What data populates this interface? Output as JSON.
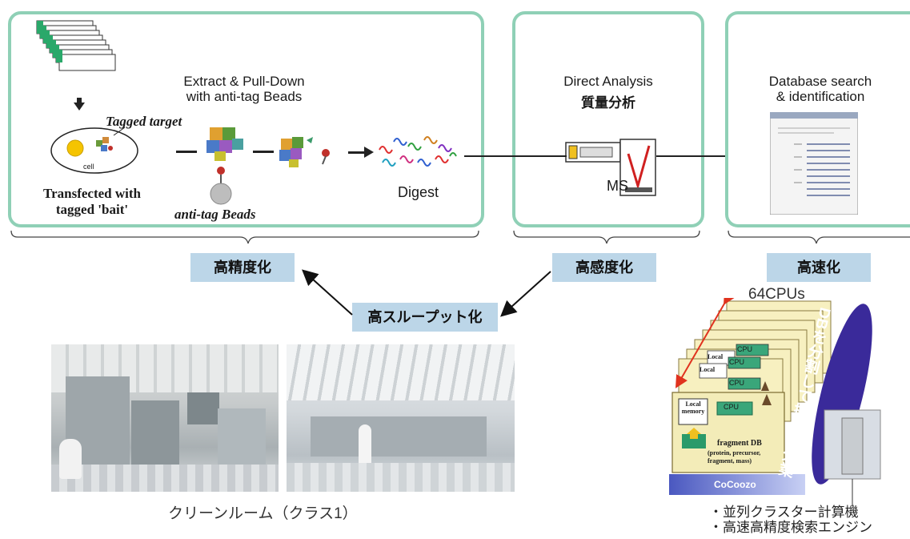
{
  "panels": {
    "pulldown": {
      "title_line1": "Extract & Pull-Down",
      "title_line2": "with anti-tag Beads",
      "tagged_target": "Tagged target",
      "cell": "cell",
      "transfected_line1": "Transfected with",
      "transfected_line2": "tagged 'bait'",
      "beads": "anti-tag Beads",
      "digest": "Digest"
    },
    "analysis": {
      "title": "Direct Analysis",
      "subtitle": "質量分析",
      "ms": "MS"
    },
    "database": {
      "title_line1": "Database search",
      "title_line2": "& identification"
    }
  },
  "badges": {
    "accuracy": "高精度化",
    "sensitivity": "高感度化",
    "speed": "高速化",
    "throughput": "高スループット化"
  },
  "cluster": {
    "cpus": "64CPUs",
    "db_split": "DBを分割して探索を分業",
    "local_memory_line1": "Local",
    "local_memory_line2": "memory",
    "cpu": "CPU",
    "local": "Local",
    "fragment_db": "fragment DB",
    "fragment_db_detail1": "(protein, precursor,",
    "fragment_db_detail2": "fragment, mass)",
    "brand": "CoCoozo",
    "bullet1": "・並列クラスター計算機",
    "bullet2": "・高速高精度検索エンジン"
  },
  "cleanroom_caption": "クリーンルーム（クラス1）",
  "colors": {
    "panel_border": "#8fd0b6",
    "badge_bg": "#bcd6e8",
    "db_oval": "#3a2a9a",
    "range_arrow": "#e0321e"
  }
}
